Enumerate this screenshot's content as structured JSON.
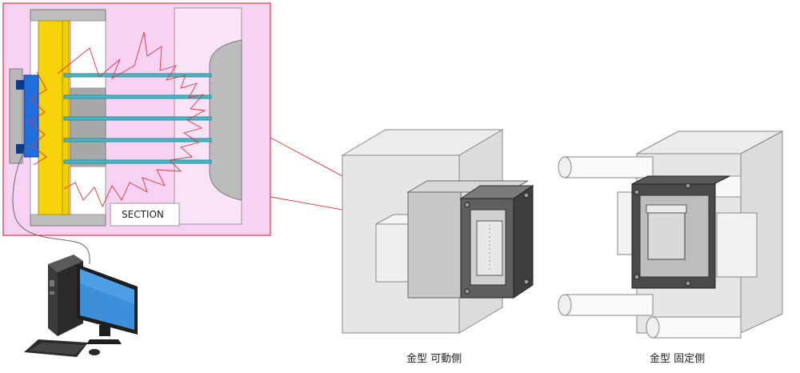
{
  "section_view": {
    "label": "SECTION"
  },
  "captions": {
    "moving_side": "金型 可動側",
    "fixed_side": "金型 固定側"
  },
  "colors": {
    "frame_red": "#e0353c",
    "section_pink": "#f7d2f3",
    "ejector_plate_yellow": "#f7d40a",
    "sensor_blue": "#1f6fe0",
    "channel_cyan": "#4bb7c6",
    "mold_gray": "#d4d4d4",
    "mold_dark": "#5f5f5f"
  },
  "icons": [
    "desktop-computer-icon",
    "cable-icon"
  ]
}
